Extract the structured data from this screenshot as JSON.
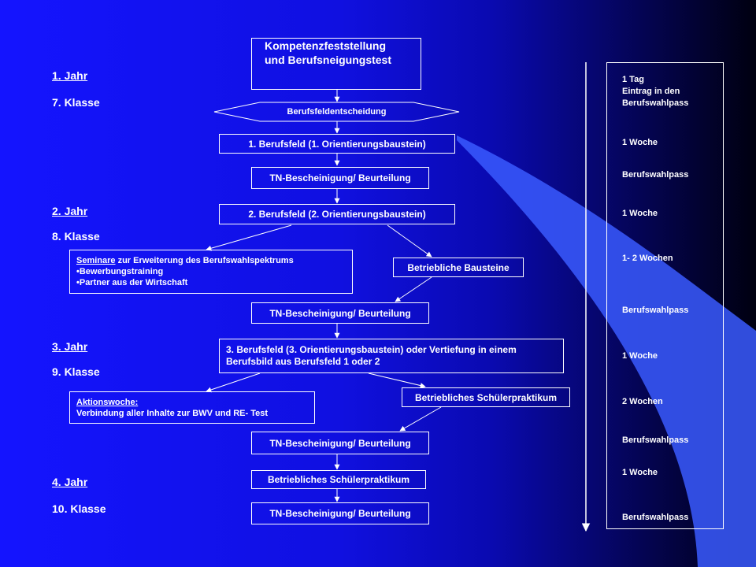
{
  "colors": {
    "background_left": "#1414ff",
    "background_right": "#000010",
    "lines": "#ffffff",
    "ribbon": "#3a5aff"
  },
  "years": [
    {
      "year": "1. Jahr",
      "class": "7. Klasse"
    },
    {
      "year": "2. Jahr",
      "class": "8. Klasse"
    },
    {
      "year": "3. Jahr",
      "class": "9. Klasse"
    },
    {
      "year": "4. Jahr",
      "class": "10. Klasse"
    }
  ],
  "class_suffix": " ",
  "flow": {
    "kompetenz": {
      "line1": "Kompetenzfeststellung",
      "line2": "und Berufsneigungstest"
    },
    "decision": "Berufsfeldentscheidung",
    "feld1": "1. Berufsfeld (1. Orientierungsbaustein)",
    "tn1": "TN-Bescheinigung/ Beurteilung",
    "feld2": "2. Berufsfeld (2. Orientierungsbaustein)",
    "seminare": {
      "title_u": "Seminare",
      "title_rest": " zur Erweiterung des Berufswahlspektrums",
      "item1": "•Bewerbungstraining",
      "item2": "•Partner aus der Wirtschaft"
    },
    "betriebliche_bausteine": "Betriebliche Bausteine",
    "tn2": "TN-Bescheinigung/ Beurteilung",
    "feld3": {
      "line1": "3. Berufsfeld (3. Orientierungsbaustein) oder Vertiefung in einem",
      "line2": "Berufsbild aus Berufsfeld 1 oder 2"
    },
    "aktionswoche": {
      "title": "Aktionswoche:",
      "line2": "Verbindung aller Inhalte zur BWV und RE- Test"
    },
    "praktikum1": "Betriebliches Schülerpraktikum",
    "tn3": "TN-Bescheinigung/ Beurteilung",
    "praktikum2": "Betriebliches Schülerpraktikum",
    "tn4": "TN-Bescheinigung/ Beurteilung"
  },
  "timeline": [
    {
      "line1": "1 Tag",
      "line2": "Eintrag in den",
      "line3": "Berufswahlpass"
    },
    {
      "line1": "1 Woche"
    },
    {
      "line1": "Berufswahlpass"
    },
    {
      "line1": "1 Woche"
    },
    {
      "line1": "1- 2 Wochen"
    },
    {
      "line1": "Berufswahlpass"
    },
    {
      "line1": "1 Woche"
    },
    {
      "line1": "2 Wochen"
    },
    {
      "line1": "Berufswahlpass"
    },
    {
      "line1": "1 Woche"
    },
    {
      "line1": "Berufswahlpass"
    }
  ]
}
